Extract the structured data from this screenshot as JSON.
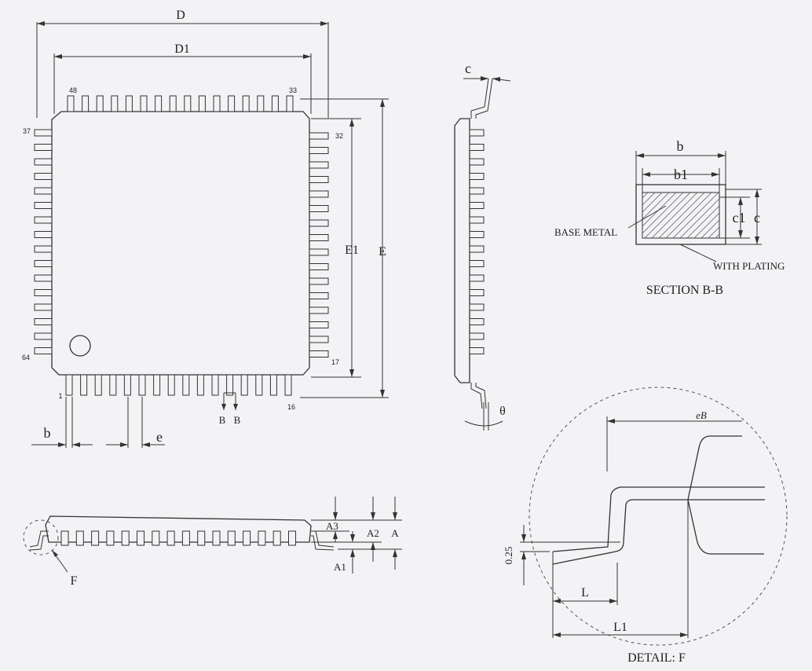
{
  "top_view": {
    "dim_D": "D",
    "dim_D1": "D1",
    "dim_E": "E",
    "dim_E1": "E1",
    "dim_b": "b",
    "dim_e": "e",
    "pin_48": "48",
    "pin_33": "33",
    "pin_37": "37",
    "pin_32": "32",
    "pin_64": "64",
    "pin_17": "17",
    "pin_1": "1",
    "pin_16": "16",
    "section_mark_left": "B",
    "section_mark_right": "B"
  },
  "side_view": {
    "dim_c": "c",
    "dim_theta": "θ"
  },
  "section_bb": {
    "dim_b": "b",
    "dim_b1": "b1",
    "dim_c1": "c1",
    "dim_c": "c",
    "base_metal": "BASE METAL",
    "with_plating": "WITH PLATING",
    "title": "SECTION B-B"
  },
  "front_view": {
    "dim_A3": "A3",
    "dim_A2": "A2",
    "dim_A": "A",
    "dim_A1": "A1",
    "detail_ref": "F"
  },
  "detail_f": {
    "dim_eB": "eB",
    "dim_025": "0.25",
    "dim_L": "L",
    "dim_L1": "L1",
    "title": "DETAIL:  F"
  }
}
